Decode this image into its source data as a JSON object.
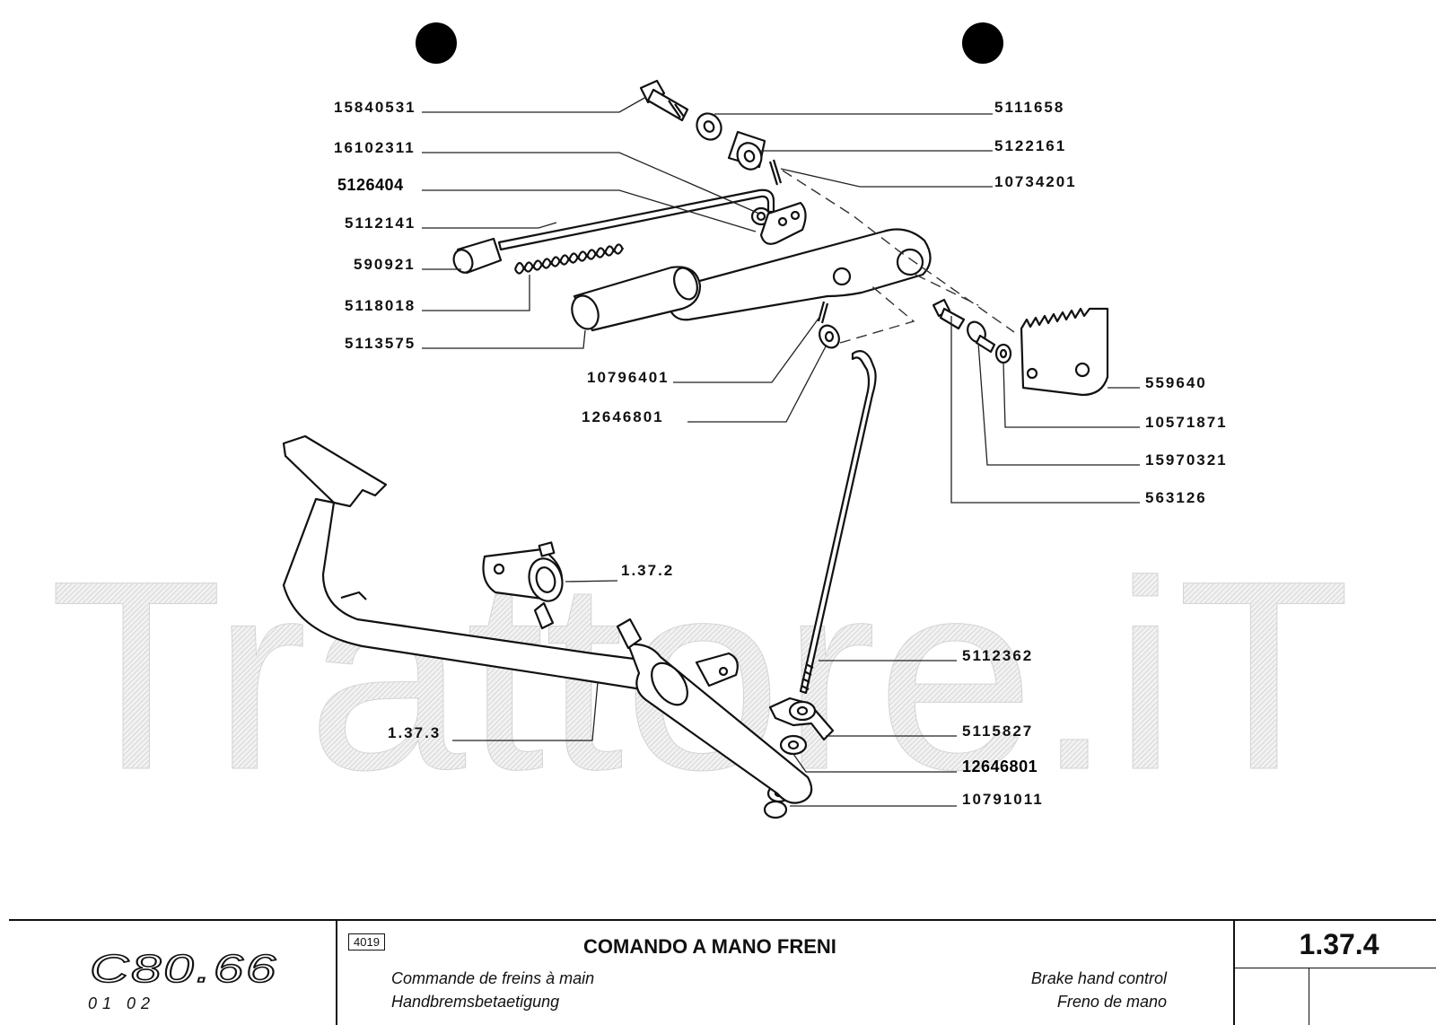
{
  "watermark": "Trattore.iT",
  "labels": {
    "p15840531": "15840531",
    "p16102311": "16102311",
    "p5126404": "5126404",
    "p5112141": "5112141",
    "p590921": "590921",
    "p5118018": "5118018",
    "p5113575": "5113575",
    "p10796401": "10796401",
    "p12646801a": "12646801",
    "p5111658": "5111658",
    "p5122161": "5122161",
    "p10734201": "10734201",
    "p559640": "559640",
    "p10571871": "10571871",
    "p15970321": "15970321",
    "p563126": "563126",
    "r1372": "1.37.2",
    "r1373": "1.37.3",
    "p5112362": "5112362",
    "p5115827": "5115827",
    "p12646801b": "12646801",
    "p10791011": "10791011"
  },
  "title_block": {
    "model": "C80.66",
    "revisions": "01 02",
    "code": "4019",
    "title_it": "COMANDO A MANO FRENI",
    "title_fr": "Commande de freins à main",
    "title_de": "Handbremsbetaetigung",
    "title_en": "Brake hand control",
    "title_es": "Freno de mano",
    "page_number": "1.37.4"
  }
}
